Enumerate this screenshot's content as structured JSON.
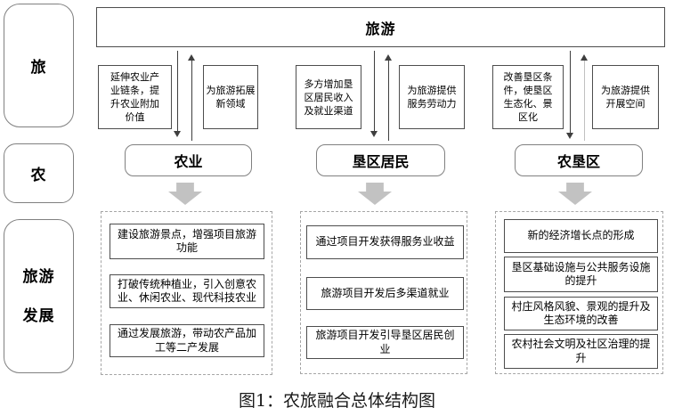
{
  "style": {
    "background": "#ffffff",
    "textColor": "#000000",
    "borderDark": "#4d4d4d",
    "borderMid": "#808080",
    "borderDashed": "#a6a6a6",
    "arrow": "#3f3f3f",
    "arrowLight": "#c0c0c0",
    "blockArrow": "#c2c2c2"
  },
  "caption": "图1：农旅融合总体结构图",
  "rail": {
    "items": [
      {
        "label": "旅"
      },
      {
        "label": "农"
      },
      {
        "label": "旅游\n发展"
      }
    ]
  },
  "tourism": {
    "label": "旅游"
  },
  "columns": [
    {
      "entity": "农业",
      "tourism_to_entity": "延伸农业产\n业链条，提\n升农业附加\n价值",
      "entity_to_tourism": "为旅游拓展\n新领域",
      "outcomes": [
        "建设旅游景点，增强项目旅游\n功能",
        "打破传统种植业，引入创意农\n业、休闲农业、现代科技农业",
        "通过发展旅游，带动农产品加\n工等二产发展"
      ]
    },
    {
      "entity": "垦区居民",
      "tourism_to_entity": "多方增加垦\n区居民收入\n及就业渠道",
      "entity_to_tourism": "为旅游提供\n服务劳动力",
      "outcomes": [
        "通过项目开发获得服务业收益",
        "旅游项目开发后多渠道就业",
        "旅游项目开发引导垦区居民创\n业"
      ]
    },
    {
      "entity": "农垦区",
      "tourism_to_entity": "改善垦区条\n件，使垦区\n生态化、景\n区化",
      "entity_to_tourism": "为旅游提供\n开展空间",
      "outcomes": [
        "新的经济增长点的形成",
        "垦区基础设施与公共服务设施\n的提升",
        "村庄风格风貌、景观的提升及\n生态环境的改善",
        "农村社会文明及社区治理的提\n升"
      ]
    }
  ]
}
